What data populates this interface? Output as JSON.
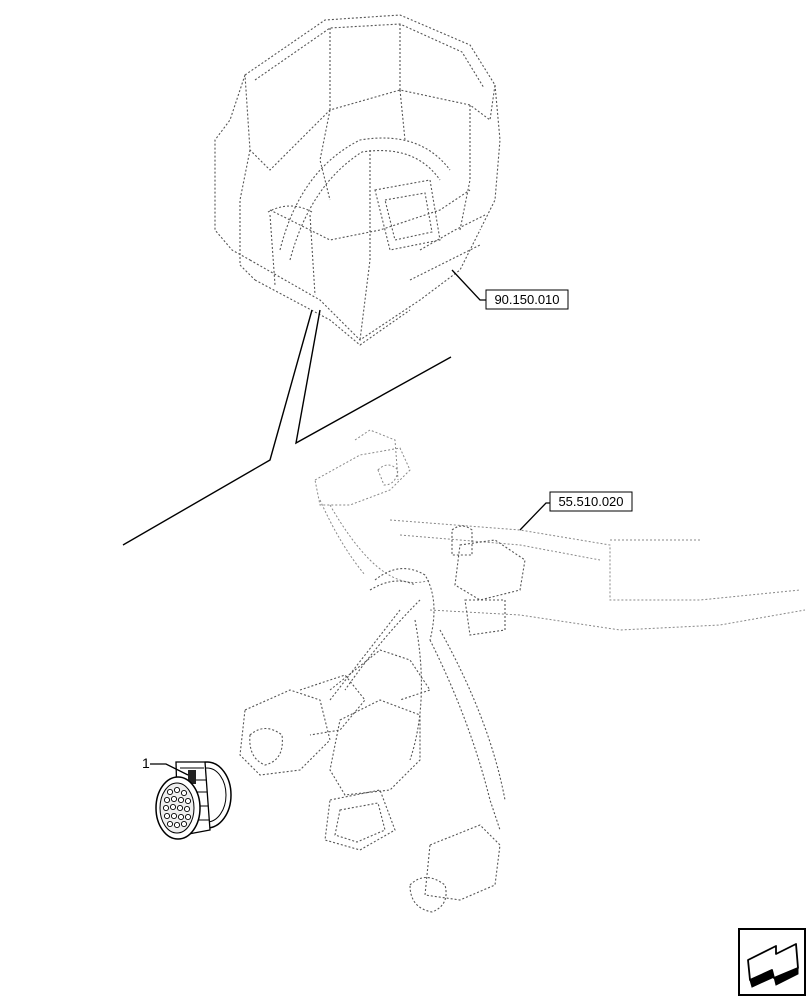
{
  "callouts": {
    "cab_frame_ref": "90.150.010",
    "harness_ref": "55.510.020",
    "item_number": "1"
  },
  "icons": {
    "navigation": "next-page-arrow-icon"
  }
}
